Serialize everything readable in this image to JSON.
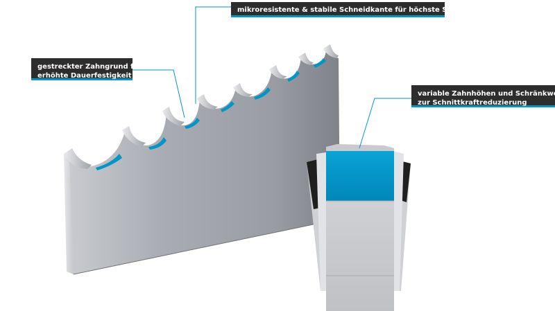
{
  "callouts": {
    "cutting_edge": "mikroresistente & stabile Schneidkante für höchste Standzeit",
    "gullet_line1": "gestreckter Zahngrund für",
    "gullet_line2": "erhöhte Dauerfestigkeit",
    "tooth_height_line1": "variable Zahnhöhen und Schränkweiten",
    "tooth_height_line2": "zur Schnittkraftreduzierung"
  },
  "colors": {
    "accent": "#0096c7",
    "label_background": "#2d2d2d",
    "label_text": "#ffffff",
    "blade_light": "#dcdde1",
    "blade_dark": "#8e9197",
    "tooth_set_dark": "#1f1f1f"
  }
}
